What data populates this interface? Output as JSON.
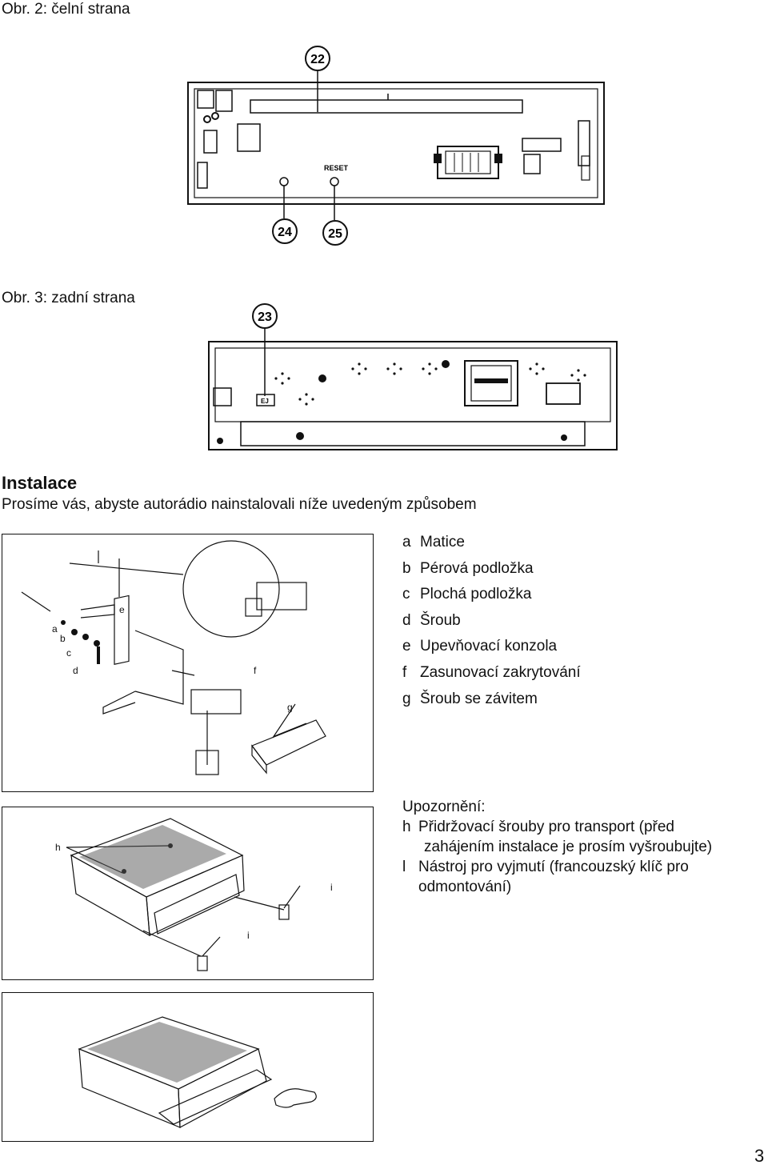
{
  "fig2": {
    "caption": "Obr. 2: čelní strana",
    "reset_label": "RESET",
    "callouts": [
      "22",
      "24",
      "25"
    ]
  },
  "fig3": {
    "caption": "Obr. 3: zadní strana",
    "callouts": [
      "23"
    ],
    "ej_label": "EJ"
  },
  "install": {
    "heading": "Instalace",
    "intro": "Prosíme vás, abyste autorádio nainstalovali níže uvedeným způsobem"
  },
  "diagram_labels": {
    "a": "a",
    "b": "b",
    "c": "c",
    "d": "d",
    "e": "e",
    "f": "f",
    "g": "g",
    "h": "h",
    "i": "i"
  },
  "legend": [
    {
      "key": "a",
      "text": "Matice"
    },
    {
      "key": "b",
      "text": "Pérová podložka"
    },
    {
      "key": "c",
      "text": "Plochá podložka"
    },
    {
      "key": "d",
      "text": "Šroub"
    },
    {
      "key": "e",
      "text": "Upevňovací konzola"
    },
    {
      "key": "f",
      "text": "Zasunovací zakrytování"
    },
    {
      "key": "g",
      "text": "Šroub se závitem"
    }
  ],
  "warning": {
    "title": "Upozornění:",
    "h_key": "h",
    "h_line1": "Přidržovací šrouby pro transport (před",
    "h_line2": "zahájením instalace je prosím vyšroubujte)",
    "l_key": "l",
    "l_line1": "Nástroj pro vyjmutí (francouzský klíč pro",
    "l_line2": "odmontování)"
  },
  "page_number": "3"
}
